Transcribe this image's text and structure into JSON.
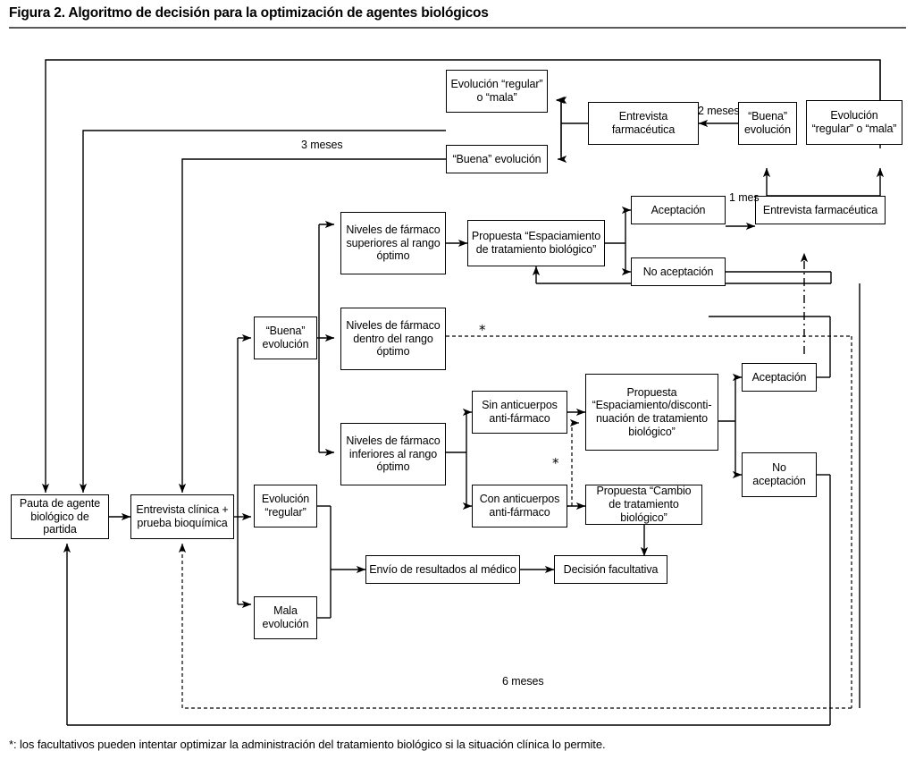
{
  "figure": {
    "title": "Figura 2. Algoritmo de decisión para la optimización de agentes biológicos",
    "footnote": "*: los facultativos pueden intentar optimizar la administración del tratamiento biológico si la situación clínica lo permite."
  },
  "nodes": {
    "pauta": "Pauta de agente biológico de partida",
    "entrevista_clinica": "Entrevista clínica + prueba bioquímica",
    "buena_evolucion_mid": "“Buena” evolución",
    "evolucion_regular": "Evolución “regular”",
    "mala_evolucion": "Mala evolución",
    "niveles_superiores": "Niveles de fármaco superiores al rango óptimo",
    "niveles_dentro": "Niveles de fármaco dentro del rango óptimo",
    "niveles_inferiores": "Niveles de fármaco inferiores al rango óptimo",
    "propuesta_espaciamiento": "Propuesta “Espaciamiento de tratamiento biológico”",
    "aceptacion_top": "Aceptación",
    "no_aceptacion_top": "No aceptación",
    "entrevista_farmaceutica_right": "Entrevista farmacéutica",
    "buena_evolucion_top_right": "“Buena” evolución",
    "evolucion_regular_mala_top_right": "Evolución “regular” o “mala”",
    "entrevista_farmaceutica_top": "Entrevista farmacéutica",
    "evolucion_regular_mala_top": "Evolución “regular” o “mala”",
    "buena_evolucion_top": "“Buena” evolución",
    "sin_anticuerpos": "Sin anticuerpos anti-fármaco",
    "con_anticuerpos": "Con anticuerpos anti-fármaco",
    "propuesta_discontinuacion": "Propuesta “Espaciamiento/disconti-nuación de tratamiento biológico”",
    "propuesta_cambio": "Propuesta “Cambio de tratamiento biológico”",
    "aceptacion_mid": "Aceptación",
    "no_aceptacion_mid": "No aceptación",
    "envio_resultados": "Envío de resultados al médico",
    "decision_facultativa": "Decisión facultativa"
  },
  "edge_labels": {
    "dos_meses": "2 meses",
    "tres_meses": "3 meses",
    "un_mes": "1 mes",
    "seis_meses": "6 meses"
  },
  "markers": {
    "asterisk_dentro": "*",
    "asterisk_anticuerpos": "*"
  }
}
